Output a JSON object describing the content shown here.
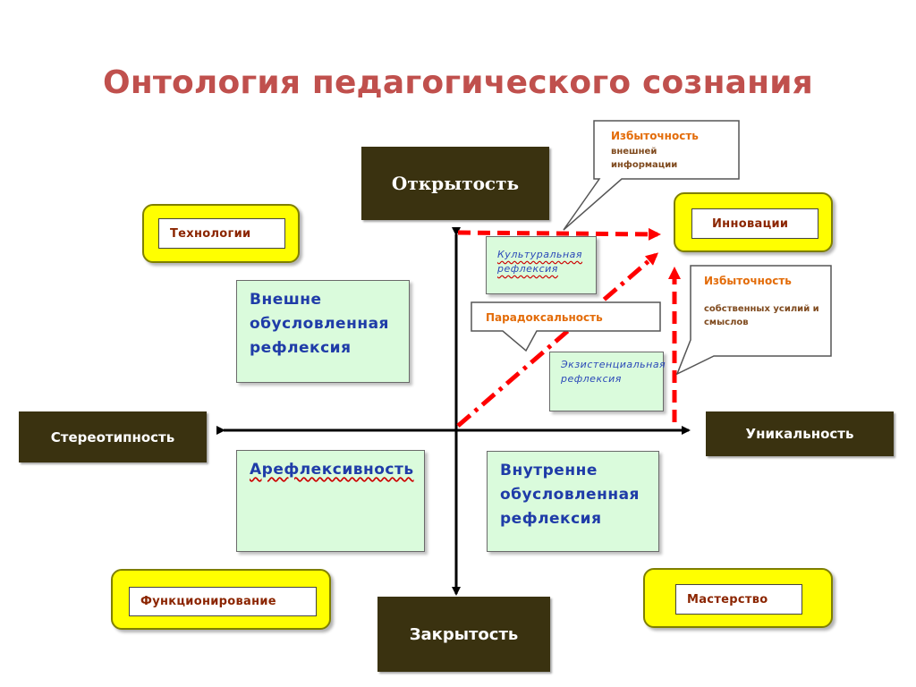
{
  "title": "Онтология педагогического сознания",
  "axes": {
    "top": "Открытость",
    "bottom": "Закрытость",
    "left": "Стереотипность",
    "right": "Уникальность"
  },
  "corners": {
    "top_left": "Технологии",
    "top_right": "Инновации",
    "bottom_left": "Функционирование",
    "bottom_right": "Мастерство"
  },
  "quadrants": {
    "top_left": "Внешне обусловленная рефлексия",
    "bottom_left": "Арефлексивность",
    "bottom_right": "Внутренне обусловленная рефлексия"
  },
  "small_boxes": {
    "cultural": "Культуральная рефлексия",
    "existential": "Экзистенциальная рефлексия"
  },
  "callouts": {
    "external_title": "Избыточность",
    "external_sub": "внешней информации",
    "paradox": "Парадоксальность",
    "effort_title": "Избыточность",
    "effort_sub": "собственных усилий и смыслов"
  },
  "colors": {
    "title": "#c0504d",
    "dark_box": "#3a3210",
    "yellow": "#ffff00",
    "green_box": "#dafbdc",
    "arrow_red": "#ff0000"
  }
}
